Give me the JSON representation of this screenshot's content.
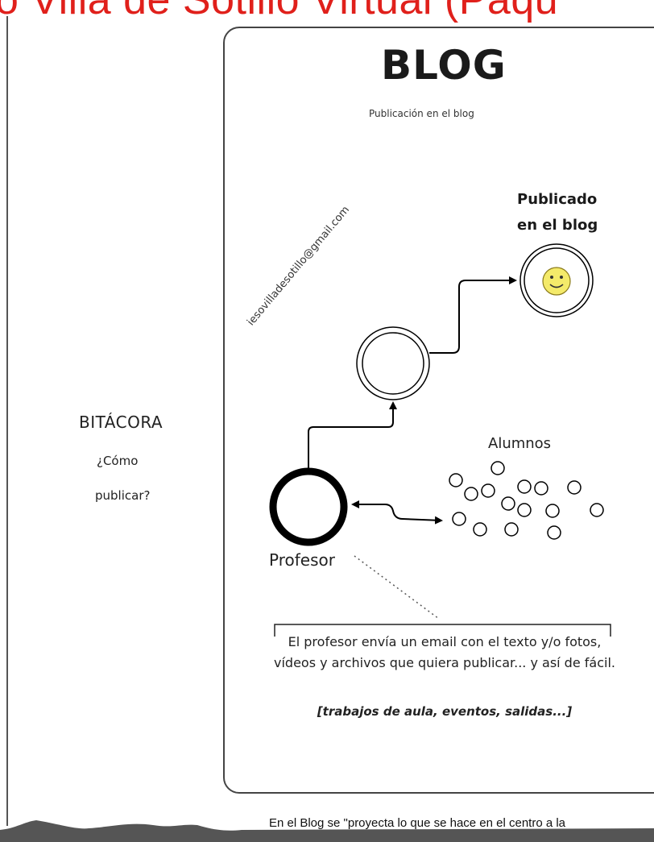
{
  "header": {
    "title": "o Villa de Sotillo Virtual (Paqu"
  },
  "diagram": {
    "title": "BLOG",
    "subtitle": "Publicación en el blog",
    "published_label": [
      "Publicado",
      "en el blog"
    ],
    "email": "iesovilladesotillo@gmail.com",
    "side_title": "BITÁCORA",
    "side_question": [
      "¿Cómo",
      "publicar?"
    ],
    "students_label": "Alumnos",
    "teacher_label": "Profesor",
    "explanation": "El profesor envía un email con el texto y/o fotos, vídeos y archivos que quiera publicar... y así de fácil.",
    "examples": "[trabajos de aula, eventos, salidas...]",
    "smiley": "smiley-face-icon"
  },
  "footer": {
    "caption": "En el Blog se \"proyecta lo que se hace en el centro a la"
  },
  "colors": {
    "title_red": "#e0201b",
    "smiley_fill": "#f4ea6a"
  }
}
